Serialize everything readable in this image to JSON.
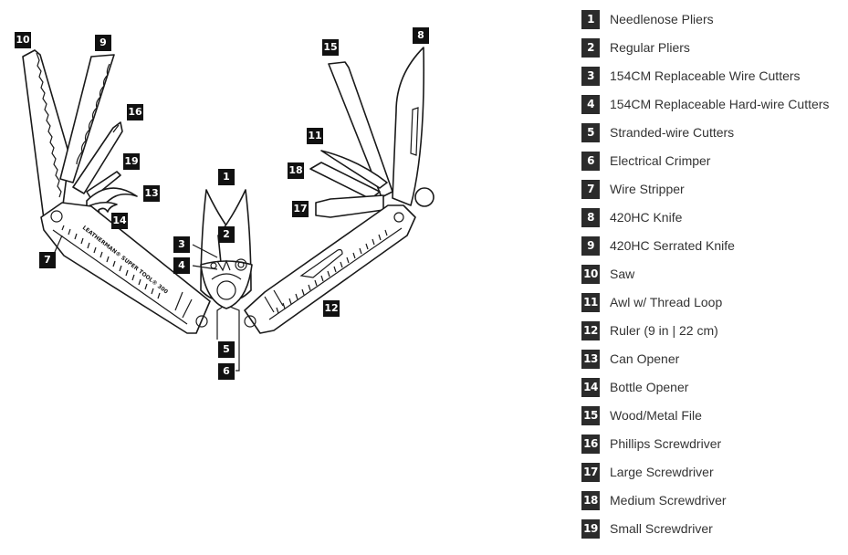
{
  "title": "Leatherman Super Tool 300 tool diagram",
  "handle_engraving": "LEATHERMAN® SUPER TOOL® 300",
  "colors": {
    "badge": "#2b2b2b",
    "label_text": "#333333",
    "line_art": "#1a1a1a"
  },
  "callouts": [
    "1",
    "2",
    "3",
    "4",
    "5",
    "6",
    "7",
    "8",
    "9",
    "10",
    "11",
    "12",
    "13",
    "14",
    "15",
    "16",
    "17",
    "18",
    "19"
  ],
  "legend": [
    {
      "num": "1",
      "label": "Needlenose Pliers"
    },
    {
      "num": "2",
      "label": "Regular Pliers"
    },
    {
      "num": "3",
      "label": "154CM Replaceable Wire Cutters"
    },
    {
      "num": "4",
      "label": "154CM Replaceable Hard-wire Cutters"
    },
    {
      "num": "5",
      "label": "Stranded-wire Cutters"
    },
    {
      "num": "6",
      "label": "Electrical Crimper"
    },
    {
      "num": "7",
      "label": "Wire Stripper"
    },
    {
      "num": "8",
      "label": "420HC Knife"
    },
    {
      "num": "9",
      "label": "420HC Serrated Knife"
    },
    {
      "num": "10",
      "label": "Saw"
    },
    {
      "num": "11",
      "label": "Awl w/ Thread Loop"
    },
    {
      "num": "12",
      "label": "Ruler (9 in | 22 cm)"
    },
    {
      "num": "13",
      "label": "Can Opener"
    },
    {
      "num": "14",
      "label": "Bottle Opener"
    },
    {
      "num": "15",
      "label": "Wood/Metal File"
    },
    {
      "num": "16",
      "label": "Phillips Screwdriver"
    },
    {
      "num": "17",
      "label": "Large Screwdriver"
    },
    {
      "num": "18",
      "label": "Medium Screwdriver"
    },
    {
      "num": "19",
      "label": "Small Screwdriver"
    }
  ]
}
